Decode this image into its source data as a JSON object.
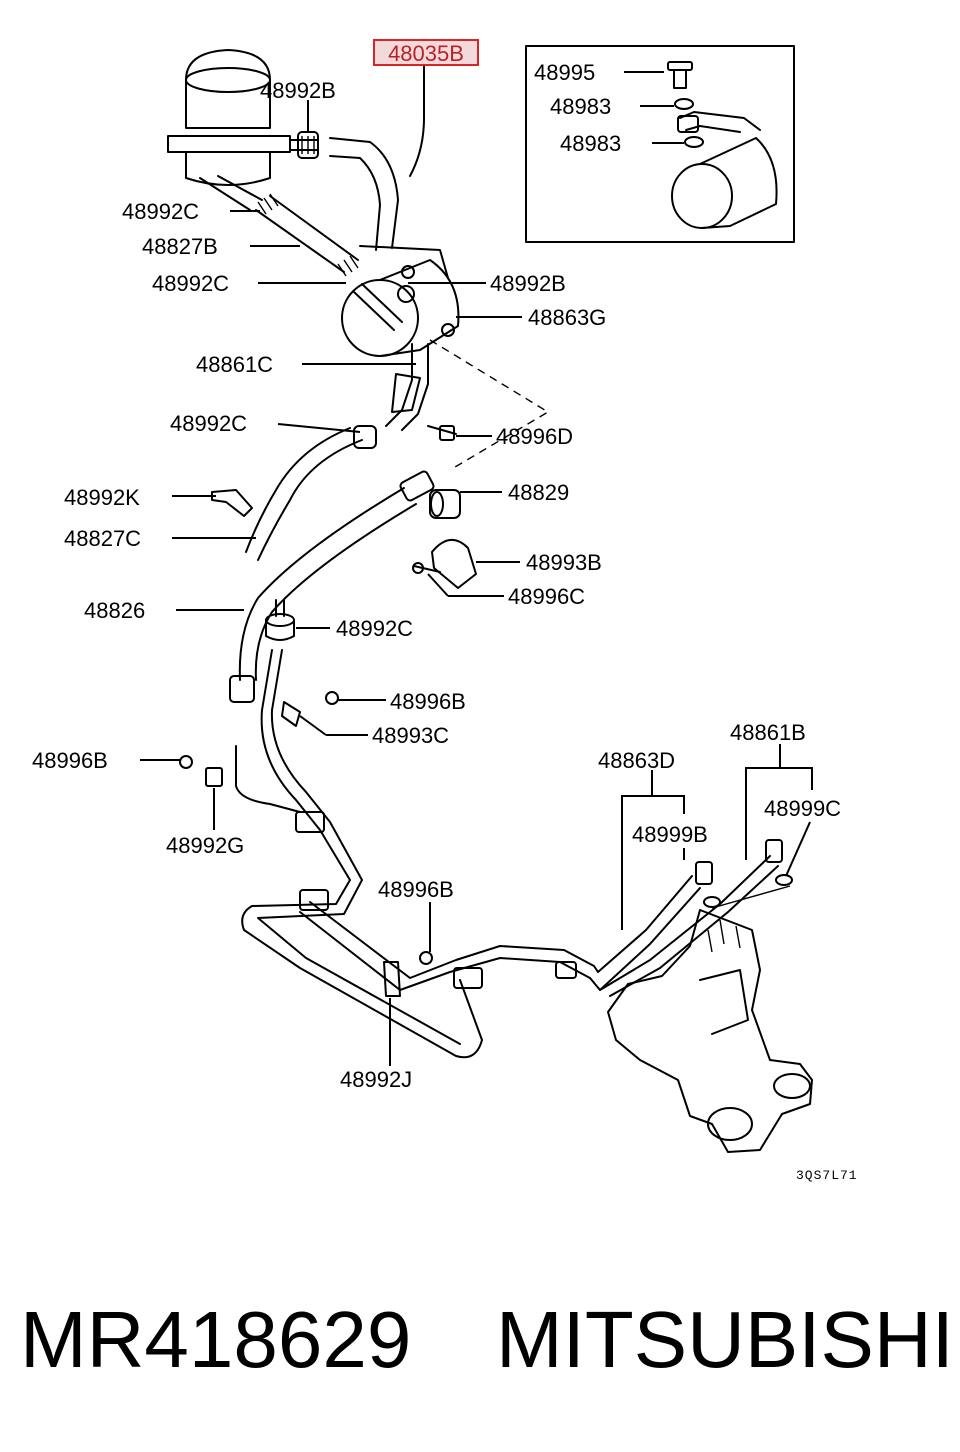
{
  "highlighted_part": "48035B",
  "labels": {
    "l48992B_top": "48992B",
    "l48992C_a": "48992C",
    "l48827B": "48827B",
    "l48992C_b": "48992C",
    "l48992B_right": "48992B",
    "l48863G": "48863G",
    "l48861C": "48861C",
    "l48992C_c": "48992C",
    "l48996D": "48996D",
    "l48992K": "48992K",
    "l48829": "48829",
    "l48827C": "48827C",
    "l48993B": "48993B",
    "l48996C": "48996C",
    "l48826": "48826",
    "l48992C_d": "48992C",
    "l48996B_a": "48996B",
    "l48993C": "48993C",
    "l48996B_b": "48996B",
    "l48992G": "48992G",
    "l48863D": "48863D",
    "l48861B": "48861B",
    "l48999B": "48999B",
    "l48999C": "48999C",
    "l48996B_c": "48996B",
    "l48992J": "48992J",
    "l48995": "48995",
    "l48983_a": "48983",
    "l48983_b": "48983"
  },
  "diagram_code": "3QS7L71",
  "footer": {
    "part_number": "MR418629",
    "brand": "MITSUBISHI"
  }
}
